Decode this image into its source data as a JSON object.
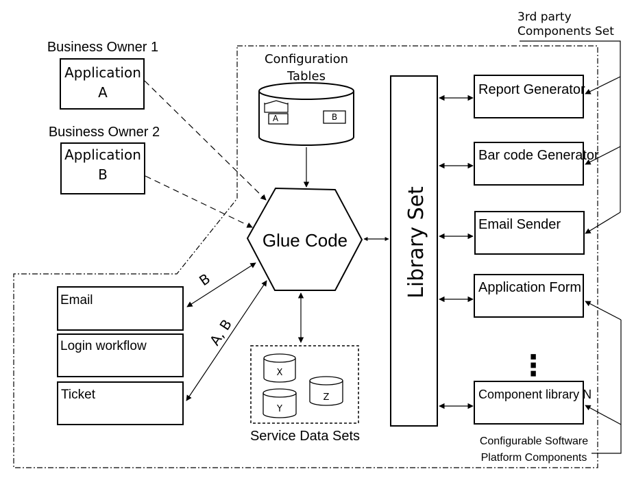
{
  "applications": [
    {
      "owner": "Business Owner 1",
      "line1": "Application",
      "line2": "A"
    },
    {
      "owner": "Business Owner 2",
      "line1": "Application",
      "line2": "B"
    }
  ],
  "config": {
    "title_line1": "Configuration",
    "title_line2": "Tables",
    "tab_a": "A",
    "tab_b": "B"
  },
  "glue": "Glue Code",
  "library": "Library Set",
  "left_services": [
    "Email",
    "Login workflow",
    "Ticket"
  ],
  "edge_labels": {
    "b": "B",
    "ab": "A, B"
  },
  "data_sets": {
    "title": "Service Data Sets",
    "items": [
      "X",
      "Y",
      "Z"
    ]
  },
  "components": [
    "Report Generator",
    "Bar code Generator",
    "Email Sender",
    "Application Form",
    "Component library N"
  ],
  "third_party": {
    "line1": "3rd party",
    "line2": "Components Set"
  },
  "configurable": {
    "line1": "Configurable Software",
    "line2": "Platform Components"
  },
  "ellipsis": "⋮"
}
